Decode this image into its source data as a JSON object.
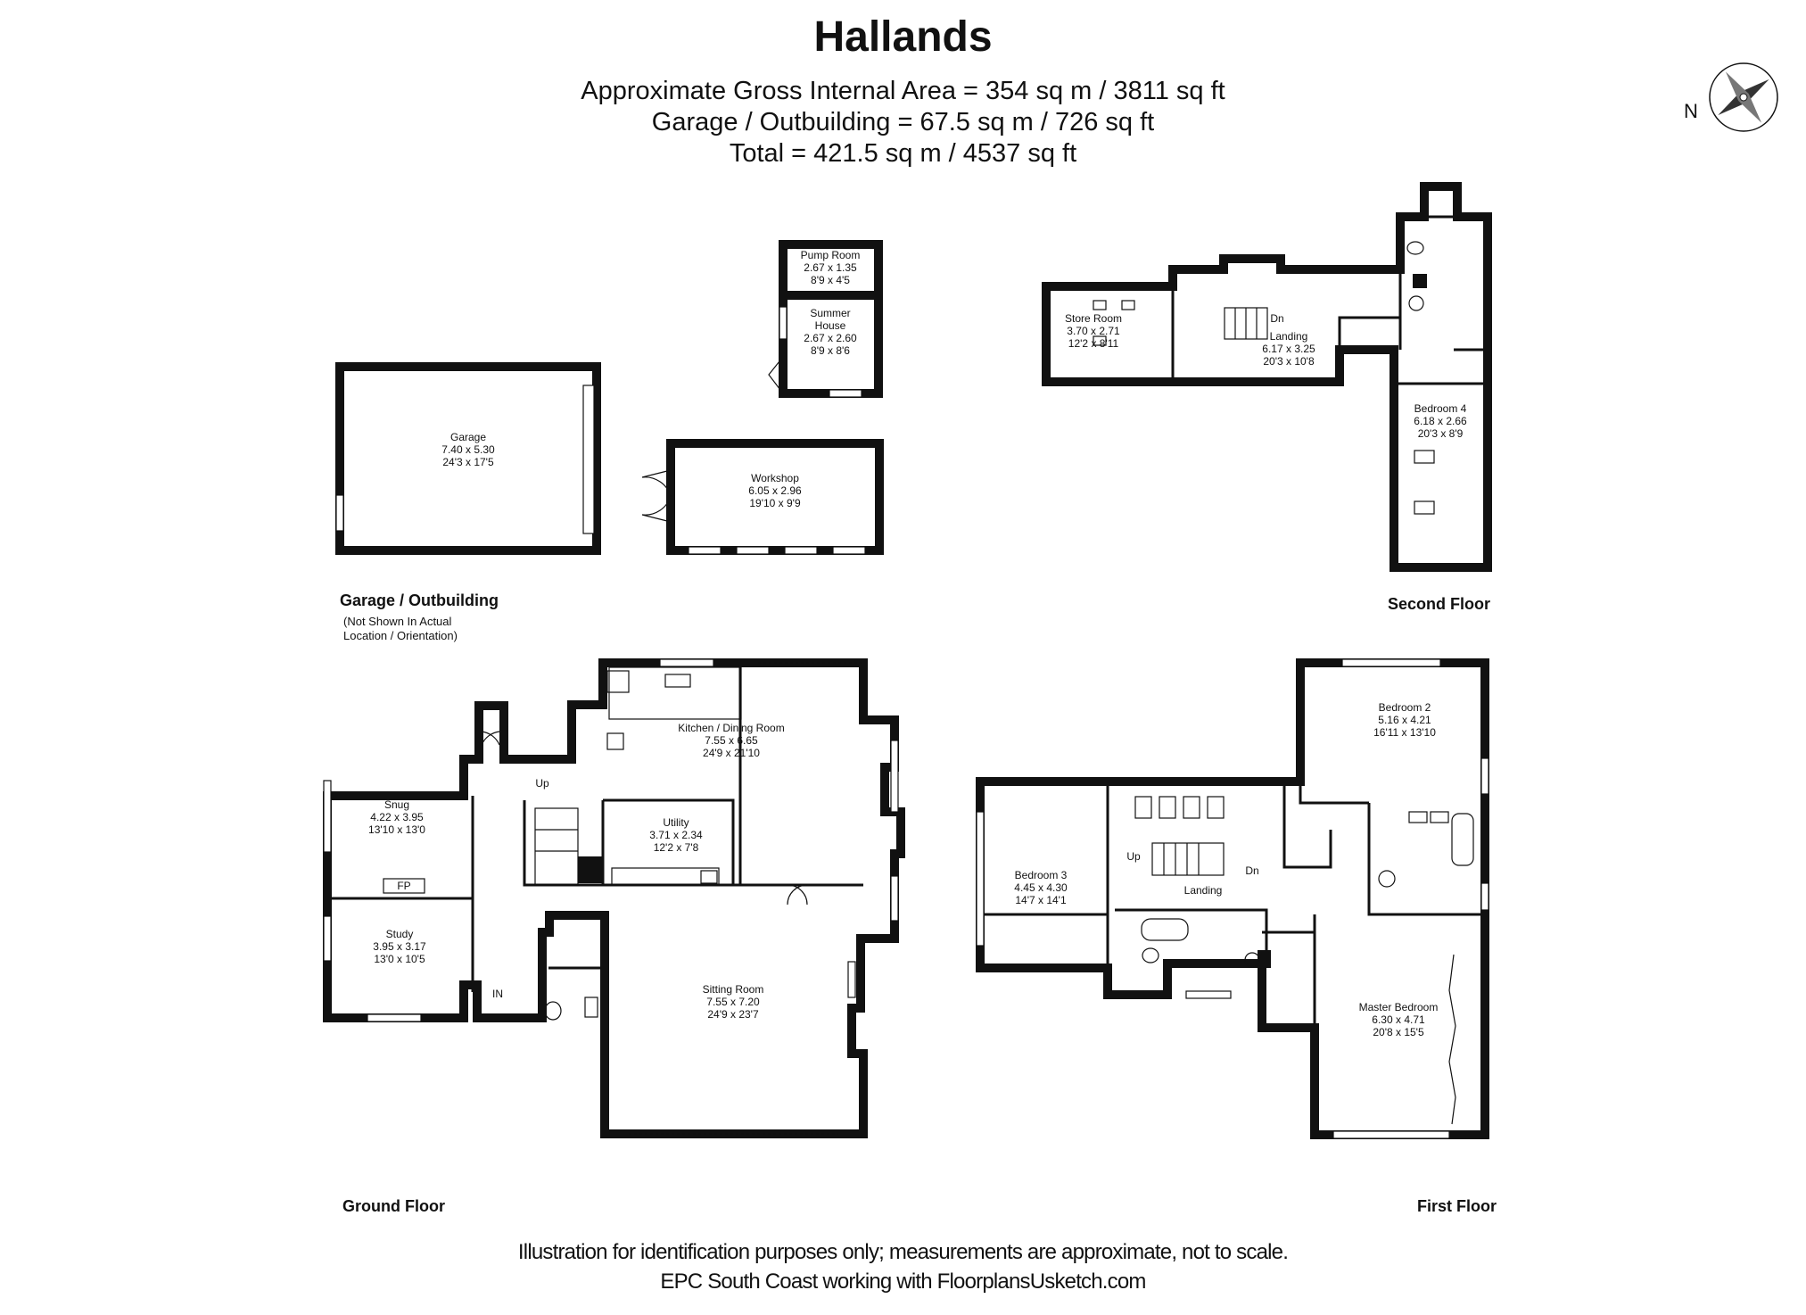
{
  "header": {
    "title": "Hallands",
    "area_lines": [
      "Approximate Gross Internal Area = 354 sq m / 3811 sq ft",
      "Garage / Outbuilding = 67.5 sq m / 726 sq ft",
      "Total = 421.5 sq m / 4537 sq ft"
    ]
  },
  "compass": {
    "label": "N"
  },
  "sections": {
    "outbuilding": "Garage / Outbuilding",
    "outbuilding_note": [
      "(Not Shown In Actual",
      "Location / Orientation)"
    ],
    "second_floor": "Second Floor",
    "ground_floor": "Ground Floor",
    "first_floor": "First Floor"
  },
  "rooms": {
    "pump_room": {
      "name": "Pump Room",
      "metric": "2.67 x 1.35",
      "imperial": "8'9 x 4'5"
    },
    "summer_house": {
      "name": [
        "Summer",
        "House"
      ],
      "metric": "2.67 x 2.60",
      "imperial": "8'9 x 8'6"
    },
    "garage": {
      "name": "Garage",
      "metric": "7.40 x 5.30",
      "imperial": "24'3 x 17'5"
    },
    "workshop": {
      "name": "Workshop",
      "metric": "6.05 x 2.96",
      "imperial": "19'10 x 9'9"
    },
    "store_room": {
      "name": "Store Room",
      "metric": "3.70 x 2.71",
      "imperial": "12'2 x 8'11"
    },
    "landing_2": {
      "name": "Landing",
      "metric": "6.17 x 3.25",
      "imperial": "20'3 x 10'8"
    },
    "bedroom_4": {
      "name": "Bedroom 4",
      "metric": "6.18 x 2.66",
      "imperial": "20'3 x 8'9"
    },
    "kitchen": {
      "name": "Kitchen  / Dining Room",
      "metric": "7.55 x 6.65",
      "imperial": "24'9 x 21'10"
    },
    "snug": {
      "name": "Snug",
      "metric": "4.22 x 3.95",
      "imperial": "13'10 x 13'0"
    },
    "utility": {
      "name": "Utility",
      "metric": "3.71 x 2.34",
      "imperial": "12'2 x 7'8"
    },
    "study": {
      "name": "Study",
      "metric": "3.95 x 3.17",
      "imperial": "13'0 x 10'5"
    },
    "sitting_room": {
      "name": "Sitting Room",
      "metric": "7.55 x 7.20",
      "imperial": "24'9 x 23'7"
    },
    "bedroom_2": {
      "name": "Bedroom 2",
      "metric": "5.16 x 4.21",
      "imperial": "16'11 x 13'10"
    },
    "bedroom_3": {
      "name": "Bedroom 3",
      "metric": "4.45 x 4.30",
      "imperial": "14'7 x 14'1"
    },
    "master_bedroom": {
      "name": "Master Bedroom",
      "metric": "6.30 x 4.71",
      "imperial": "20'8 x 15'5"
    }
  },
  "markers": {
    "dn": "Dn",
    "up": "Up",
    "landing": "Landing",
    "fp": "FP",
    "in": "IN"
  },
  "footer": {
    "disclaimer": "Illustration for identification purposes only; measurements are approximate, not to scale.",
    "credit": "EPC South Coast working with FloorplansUsketch.com"
  }
}
